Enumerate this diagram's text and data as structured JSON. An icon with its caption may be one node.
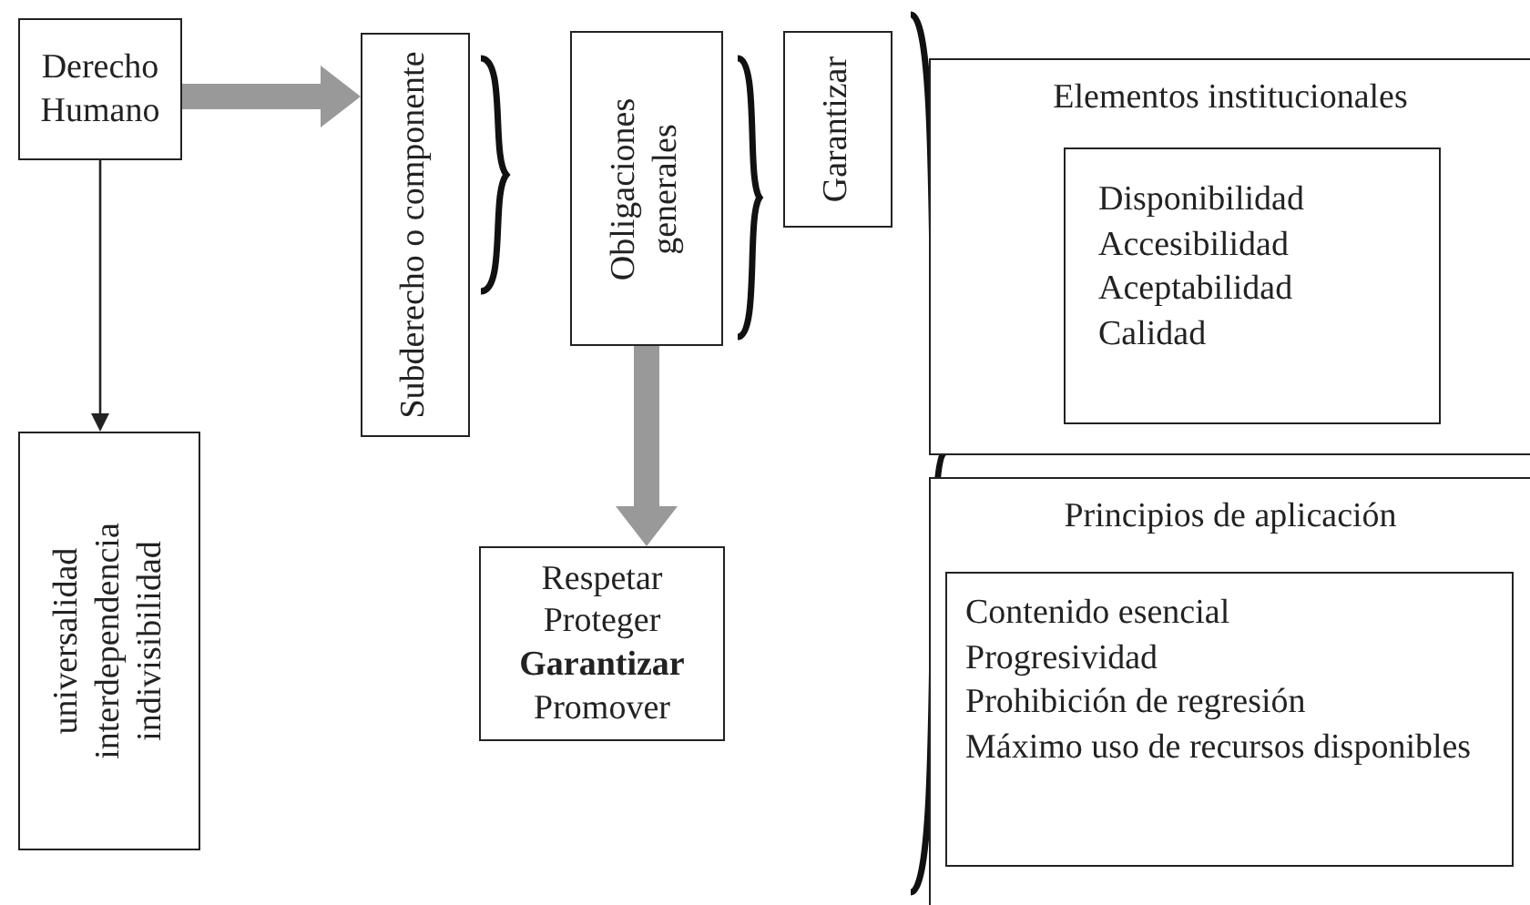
{
  "diagram": {
    "nodes": [
      {
        "text": [
          "Derecho Humano"
        ]
      },
      {
        "text": [
          "Subderecho o componente"
        ]
      },
      {
        "text": [
          "Obligaciones generales"
        ]
      },
      {
        "text": [
          "Garantizar"
        ]
      },
      {
        "text": [
          "Elementos institucionales"
        ]
      },
      {
        "text": [
          "Disponibilidad",
          "Accesibilidad",
          "Aceptabilidad",
          "Calidad"
        ],
        "in": 4
      },
      {
        "text": [
          "Principios de aplicación"
        ]
      },
      {
        "text": [
          "Contenido esencial",
          "Progresividad",
          "Prohibición de regresión",
          "Máximo uso de recursos disponibles"
        ],
        "in": 6
      },
      {
        "text": [
          "universalidad",
          "interdependencia",
          "indivisibilidad"
        ]
      },
      {
        "text": [
          "Respetar",
          "Proteger",
          "**Garantizar**",
          "Promover"
        ]
      }
    ],
    "edges": [
      {
        "from": 0,
        "to": 1,
        "arrow": "to",
        "style": "thick"
      },
      {
        "from": 0,
        "to": 8,
        "arrow": "to",
        "color": "#222222"
      },
      {
        "from": 2,
        "to": 9,
        "arrow": "to",
        "style": "thick"
      }
    ]
  }
}
